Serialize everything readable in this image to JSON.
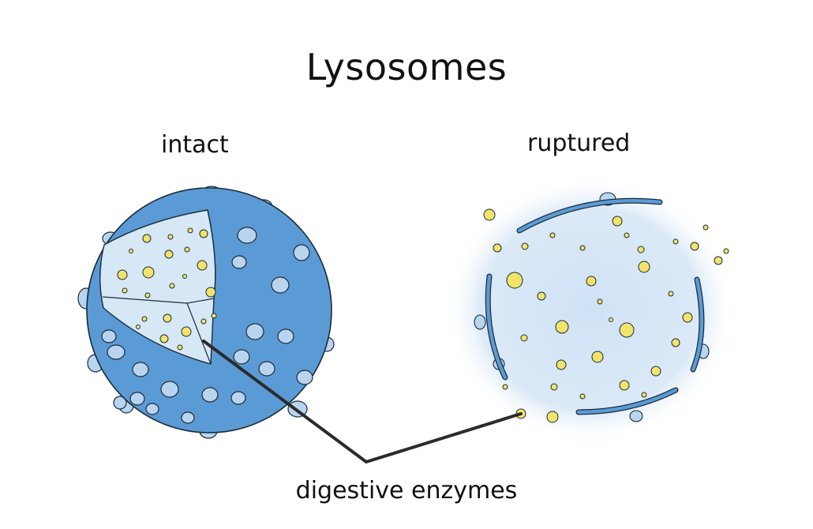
{
  "title": "Lysosomes",
  "labels": {
    "intact": "intact",
    "ruptured": "ruptured",
    "enzymes": "digestive enzymes"
  },
  "colors": {
    "membrane_blue": "#5b9bd5",
    "lumen_light_blue": "#d6e7f5",
    "bump_blue": "#b8d4ee",
    "enzyme_yellow": "#f2e46a",
    "outline": "#1b2b3a",
    "pointer": "#2b2b2b"
  }
}
